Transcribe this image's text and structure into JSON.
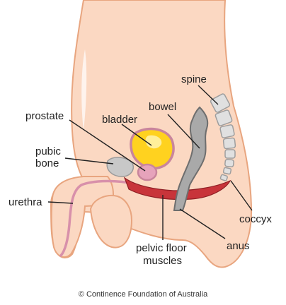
{
  "labels": {
    "spine": "spine",
    "bowel": "bowel",
    "prostate": "prostate",
    "bladder": "bladder",
    "pubic_bone_line1": "pubic",
    "pubic_bone_line2": "bone",
    "urethra": "urethra",
    "coccyx": "coccyx",
    "anus": "anus",
    "pelvic_floor_line1": "pelvic floor",
    "pelvic_floor_line2": "muscles"
  },
  "footer": {
    "copyright": "© Continence Foundation of Australia"
  },
  "colors": {
    "skin": "#fbd8c2",
    "skin_outline": "#e8a57f",
    "bladder_fill": "#ffd21f",
    "bladder_outline": "#c9859c",
    "prostate": "#e6a3bb",
    "bone": "#c8c8c8",
    "bowel": "#a9a9a9",
    "muscle": "#c8343a",
    "spine": "#e0e0e0"
  }
}
